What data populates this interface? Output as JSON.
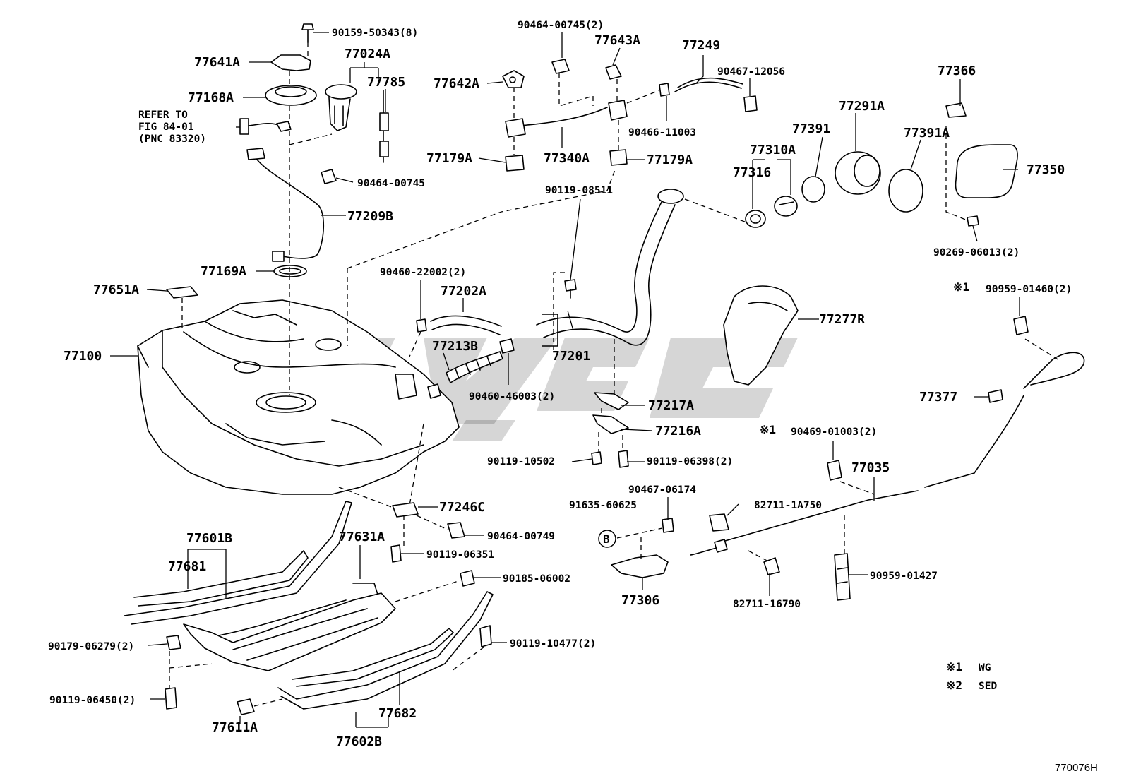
{
  "labels": {
    "p90159_50343": "90159-50343(8)",
    "p77641A": "77641A",
    "p77024A": "77024A",
    "p77785": "77785",
    "p77168A": "77168A",
    "refer1": "REFER TO",
    "refer2": "FIG 84-01",
    "refer3": "(PNC 83320)",
    "p90464_00745": "90464-00745",
    "p77209B": "77209B",
    "p77169A": "77169A",
    "p77651A": "77651A",
    "p77100": "77100",
    "p90464_00745_2": "90464-00745(2)",
    "p77643A": "77643A",
    "p77642A": "77642A",
    "p77249": "77249",
    "p90467_12056": "90467-12056",
    "p90466_11003": "90466-11003",
    "p77179A_l": "77179A",
    "p77340A": "77340A",
    "p77179A_r": "77179A",
    "p77366": "77366",
    "p77291A": "77291A",
    "p77391": "77391",
    "p77391A": "77391A",
    "p77310A": "77310A",
    "p77316": "77316",
    "p77350": "77350",
    "p90269_06013": "90269-06013(2)",
    "p90119_08511": "90119-08511",
    "p90460_22002": "90460-22002(2)",
    "p77202A": "77202A",
    "p77213B": "77213B",
    "p77201": "77201",
    "p77277R": "77277R",
    "star1_a": "※1",
    "p90959_01460": "90959-01460(2)",
    "p90460_46003": "90460-46003(2)",
    "p77217A": "77217A",
    "p77216A": "77216A",
    "p77377": "77377",
    "p90119_10502": "90119-10502",
    "p90119_06398": "90119-06398(2)",
    "star1_b": "※1",
    "p90469_01003": "90469-01003(2)",
    "p77035": "77035",
    "p90467_06174": "90467-06174",
    "p91635_60625": "91635-60625",
    "p82711_1A750": "82711-1A750",
    "circle_b": "B",
    "p77246C": "77246C",
    "p90464_00749": "90464-00749",
    "p77601B": "77601B",
    "p77681": "77681",
    "p77631A": "77631A",
    "p90119_06351": "90119-06351",
    "p90185_06002": "90185-06002",
    "p77306": "77306",
    "p82711_16790": "82711-16790",
    "p90959_01427": "90959-01427",
    "p90179_06279": "90179-06279(2)",
    "p90119_10477": "90119-10477(2)",
    "p90119_06450": "90119-06450(2)",
    "p77611A": "77611A",
    "p77682": "77682",
    "p77602B": "77602B",
    "legend1_mark": "※1",
    "legend1_text": "WG",
    "legend2_mark": "※2",
    "legend2_text": "SED",
    "figure_code": "770076H"
  }
}
